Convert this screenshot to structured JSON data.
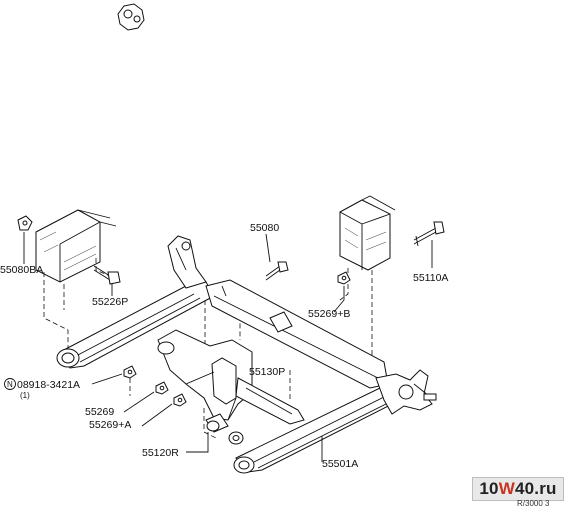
{
  "labels": {
    "p55080": "55080",
    "p55080BA": "55080BA",
    "p55226P": "55226P",
    "p55110A": "55110A",
    "p55269B": "55269+B",
    "p08918": "08918-3421A",
    "p08918_qty": "(1)",
    "p08918_prefix": "N",
    "p55130P": "55130P",
    "p55269": "55269",
    "p55269A": "55269+A",
    "p55120R": "55120R",
    "p55501A": "55501A"
  },
  "watermark": {
    "part1": "10",
    "part2": "W",
    "part3": "40",
    "part4": ".ru"
  },
  "drawing_code": "R/3000 3"
}
